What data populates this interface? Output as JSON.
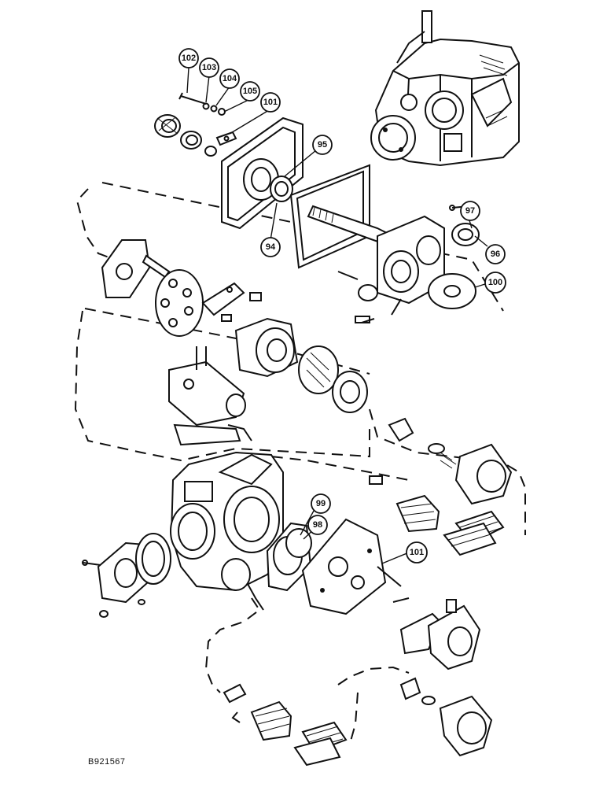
{
  "figure_id": "B921567",
  "callouts": [
    {
      "id": "callout-102",
      "label": "102"
    },
    {
      "id": "callout-103",
      "label": "103"
    },
    {
      "id": "callout-104",
      "label": "104"
    },
    {
      "id": "callout-105",
      "label": "105"
    },
    {
      "id": "callout-101-top",
      "label": "101"
    },
    {
      "id": "callout-95",
      "label": "95"
    },
    {
      "id": "callout-94",
      "label": "94"
    },
    {
      "id": "callout-97",
      "label": "97"
    },
    {
      "id": "callout-96",
      "label": "96"
    },
    {
      "id": "callout-100",
      "label": "100"
    },
    {
      "id": "callout-99",
      "label": "99"
    },
    {
      "id": "callout-98",
      "label": "98"
    },
    {
      "id": "callout-101-bottom",
      "label": "101"
    }
  ]
}
